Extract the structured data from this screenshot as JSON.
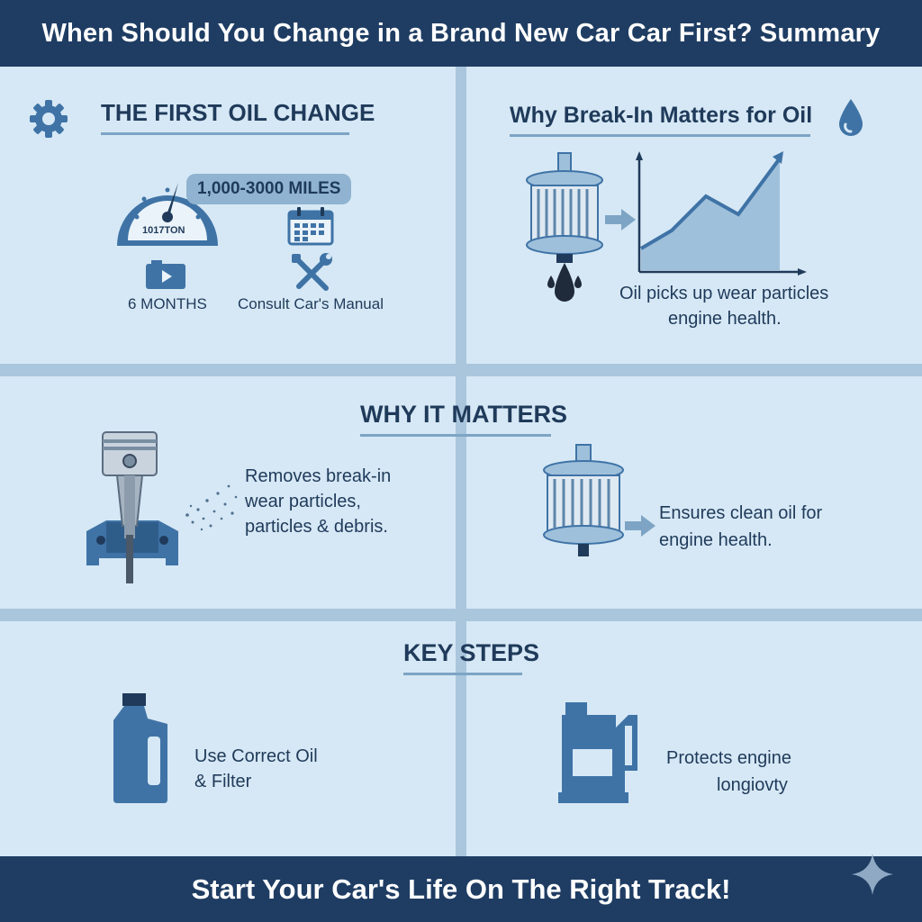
{
  "header": {
    "title": "When Should You Change in a Brand New Car Car First? Summary"
  },
  "panels": {
    "first_oil_change": {
      "title": "THE FIRST OIL CHANGE",
      "miles_badge": "1,000-3000 MILES",
      "gauge_label": "1017TON",
      "months_label": "6 MONTHS",
      "manual_label": "Consult Car's Manual"
    },
    "break_in": {
      "title": "Why Break-In Matters for Oil",
      "caption_line1": "Oil picks up wear particles",
      "caption_line2": "engine health."
    },
    "why_it_matters": {
      "title": "WHY IT MATTERS",
      "left_line1": "Removes break-in",
      "left_line2": "wear particles,",
      "left_line3": "particles & debris.",
      "right_line1": "Ensures clean oil for",
      "right_line2": "engine health."
    },
    "key_steps": {
      "title": "KEY STEPS",
      "left_line1": "Use Correct Oil",
      "left_line2": "& Filter",
      "right_line1": "Protects engine",
      "right_line2": "longiovty"
    }
  },
  "footer": {
    "text": "Start Your Car's Life On The Right Track!"
  },
  "colors": {
    "navy": "#1f3d63",
    "panel": "#d6e8f5",
    "icon_blue": "#3f73a6",
    "text": "#1f3a5a"
  }
}
